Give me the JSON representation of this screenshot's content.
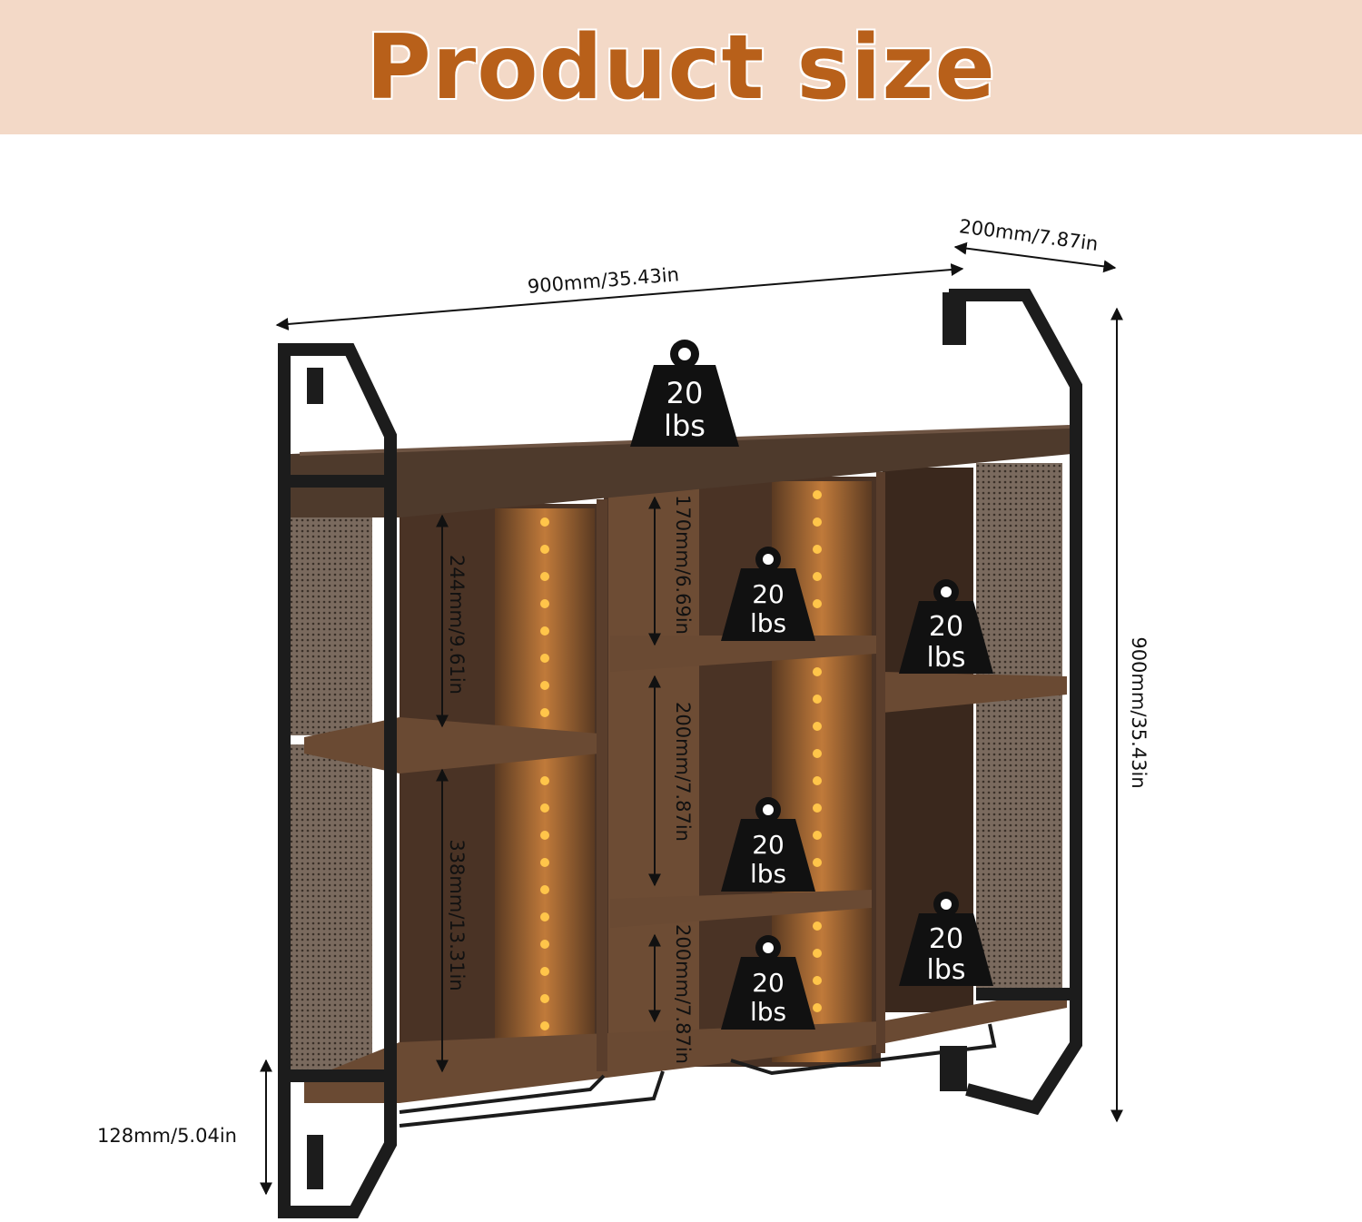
{
  "banner": {
    "title": "Product size"
  },
  "dimensions": {
    "overall_width": "900mm/35.43in",
    "depth": "200mm/7.87in",
    "overall_height": "900mm/35.43in",
    "left_upper_gap": "244mm/9.61in",
    "left_lower_gap": "338mm/13.31in",
    "center_top_gap": "170mm/6.69in",
    "center_middle_gap": "200mm/7.87in",
    "center_bottom_gap": "200mm/7.87in",
    "bottom_bracket": "128mm/5.04in"
  },
  "weights": {
    "top": {
      "value": "20",
      "unit": "lbs"
    },
    "center_top": {
      "value": "20",
      "unit": "lbs"
    },
    "right_top": {
      "value": "20",
      "unit": "lbs"
    },
    "center_middle": {
      "value": "20",
      "unit": "lbs"
    },
    "right_bottom": {
      "value": "20",
      "unit": "lbs"
    },
    "center_bottom": {
      "value": "20",
      "unit": "lbs"
    }
  },
  "colors": {
    "banner_bg": "#f3d9c7",
    "title": "#b8601a",
    "frame": "#1c1c1c",
    "wood": "#6a4a33",
    "led": "#ffb938"
  }
}
